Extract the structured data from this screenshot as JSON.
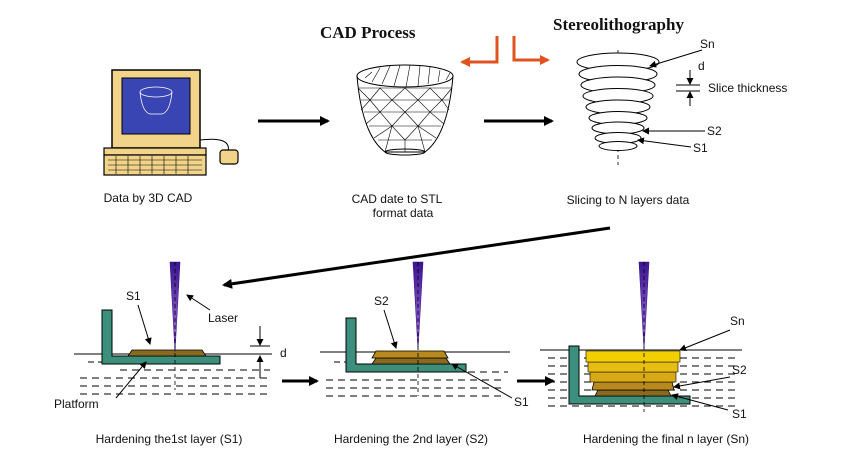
{
  "header": {
    "cad_title": "CAD Process",
    "stereo_title": "Stereolithography"
  },
  "top_row": {
    "computer_caption": "Data by 3D CAD",
    "stl_caption_line1": "CAD date to STL",
    "stl_caption_line2": "format data",
    "slice_caption": "Slicing to N layers data",
    "slice_labels": {
      "sn": "Sn",
      "d": "d",
      "thickness": "Slice thickness",
      "s2": "S2",
      "s1": "S1"
    }
  },
  "bottom_row": {
    "stage1": {
      "caption": "Hardening the1st layer (S1)",
      "s1": "S1",
      "laser": "Laser",
      "d": "d",
      "platform": "Platform"
    },
    "stage2": {
      "caption": "Hardening the 2nd layer (S2)",
      "s2": "S2",
      "s1": "S1"
    },
    "stage3": {
      "caption": "Hardening the final n layer (Sn)",
      "sn": "Sn",
      "s2": "S2",
      "s1": "S1"
    }
  },
  "colors": {
    "arrow_orange": "#e0521e",
    "laser_purple": "#6a2bb8",
    "platform_teal": "#3c8f7c",
    "layer_brown": "#8a6a1e",
    "layer_yellow": "#f2d000"
  }
}
